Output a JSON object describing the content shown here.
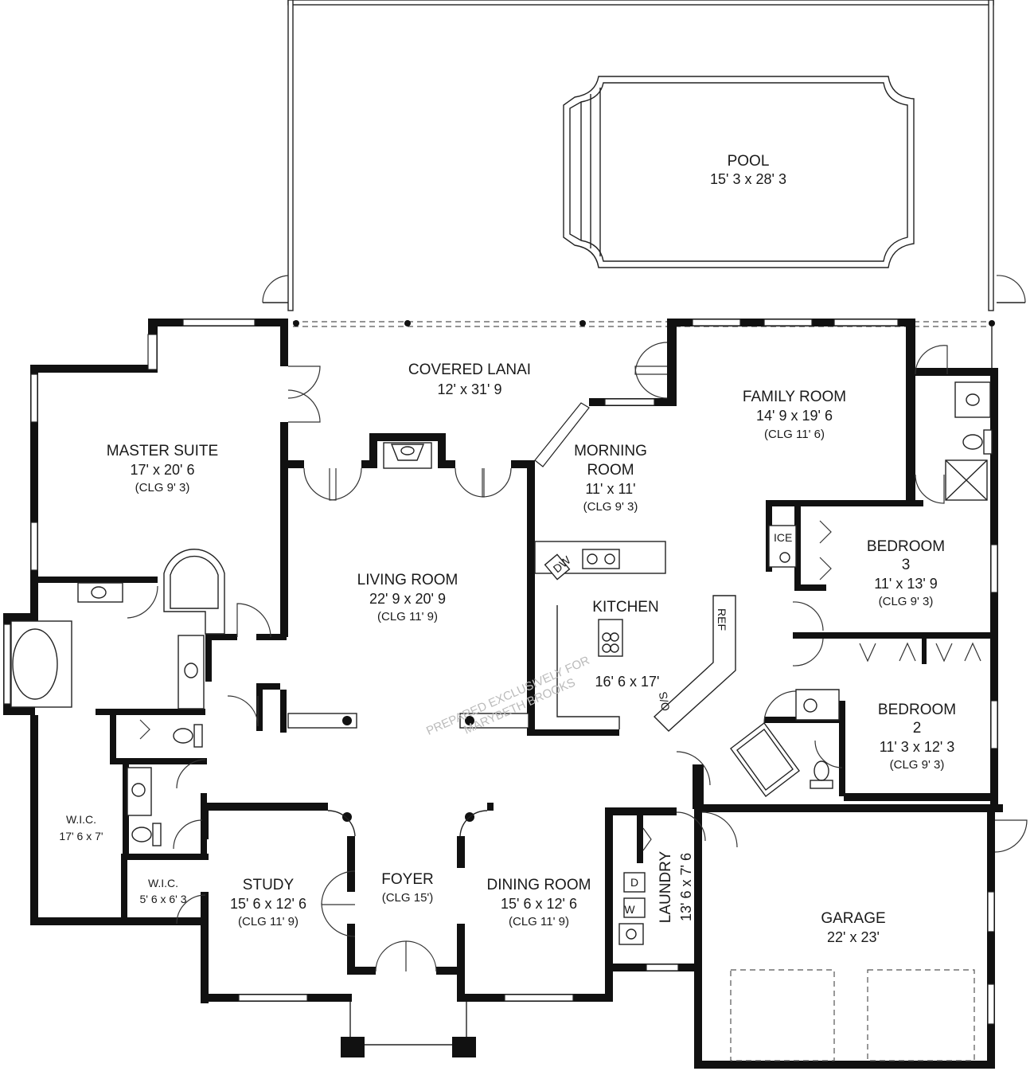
{
  "rooms": {
    "pool": {
      "name": "POOL",
      "dim": "15' 3 x 28' 3"
    },
    "covered_lanai": {
      "name": "COVERED LANAI",
      "dim": "12' x 31' 9"
    },
    "family_room": {
      "name": "FAMILY ROOM",
      "dim": "14' 9 x 19' 6",
      "clg": "(CLG 11' 6)"
    },
    "master_suite": {
      "name": "MASTER SUITE",
      "dim": "17' x 20' 6",
      "clg": "(CLG 9' 3)"
    },
    "morning_room": {
      "name1": "MORNING",
      "name2": "ROOM",
      "dim": "11' x 11'",
      "clg": "(CLG 9' 3)"
    },
    "living_room": {
      "name": "LIVING ROOM",
      "dim": "22' 9 x 20' 9",
      "clg": "(CLG 11' 9)"
    },
    "kitchen": {
      "name": "KITCHEN",
      "dim": "16' 6 x 17'"
    },
    "bedroom3": {
      "name": "BEDROOM",
      "num": "3",
      "dim": "11' x 13' 9",
      "clg": "(CLG 9' 3)"
    },
    "bedroom2": {
      "name": "BEDROOM",
      "num": "2",
      "dim": "11' 3 x 12' 3",
      "clg": "(CLG 9' 3)"
    },
    "wic_large": {
      "name": "W.I.C.",
      "dim": "17' 6 x 7'"
    },
    "wic_small": {
      "name": "W.I.C.",
      "dim": "5' 6 x 6' 3"
    },
    "study": {
      "name": "STUDY",
      "dim": "15' 6 x 12' 6",
      "clg": "(CLG 11' 9)"
    },
    "foyer": {
      "name": "FOYER",
      "clg": "(CLG 15')"
    },
    "dining_room": {
      "name": "DINING ROOM",
      "dim": "15' 6 x 12' 6",
      "clg": "(CLG 11' 9)"
    },
    "laundry": {
      "name": "LAUNDRY",
      "dim": "13' 6 x 7' 6"
    },
    "garage": {
      "name": "GARAGE",
      "dim": "22' x 23'"
    }
  },
  "fixtures": {
    "dw": "DW",
    "ref": "REF",
    "ovs": "O/S",
    "ice": "ICE",
    "washer": "W",
    "dryer": "D"
  },
  "watermark": {
    "line1": "PREPARED EXCLUSIVELY FOR",
    "line2": "MARYBETH BROOKS"
  }
}
